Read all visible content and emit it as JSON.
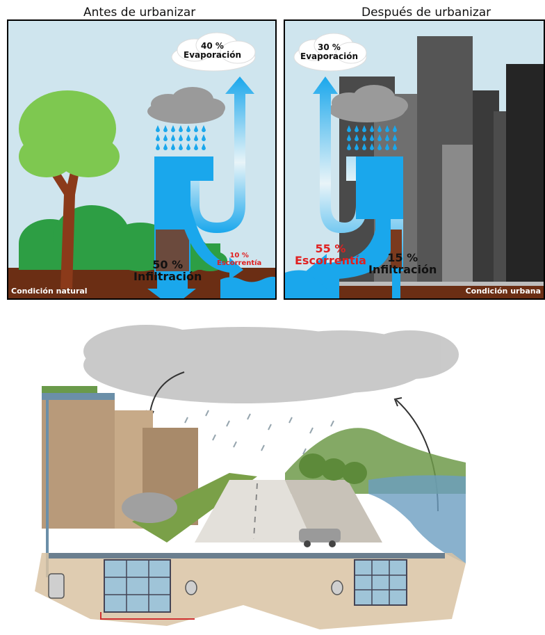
{
  "left_panel": {
    "title": "Antes de urbanizar",
    "evaporation_pct": "40 %",
    "evaporation_label": "Evaporación",
    "runoff_pct": "10 %",
    "runoff_label": "Escorrentía",
    "infiltration_pct": "50 %",
    "infiltration_label": "Infiltración",
    "footer": "Condición natural"
  },
  "right_panel": {
    "title": "Después de urbanizar",
    "evaporation_pct": "30 %",
    "evaporation_label": "Evaporación",
    "runoff_pct": "55 %",
    "runoff_label": "Escorrentía",
    "infiltration_pct": "15 %",
    "infiltration_label": "Infiltración",
    "footer": "Condición urbana"
  },
  "colors": {
    "sky": "#cfe5ee",
    "water_flow": "#1aa7ec",
    "soil": "#6b2e14",
    "runoff_text": "#e02020",
    "building_dark": "#3a3a3a",
    "building_light": "#8a8a8a"
  }
}
